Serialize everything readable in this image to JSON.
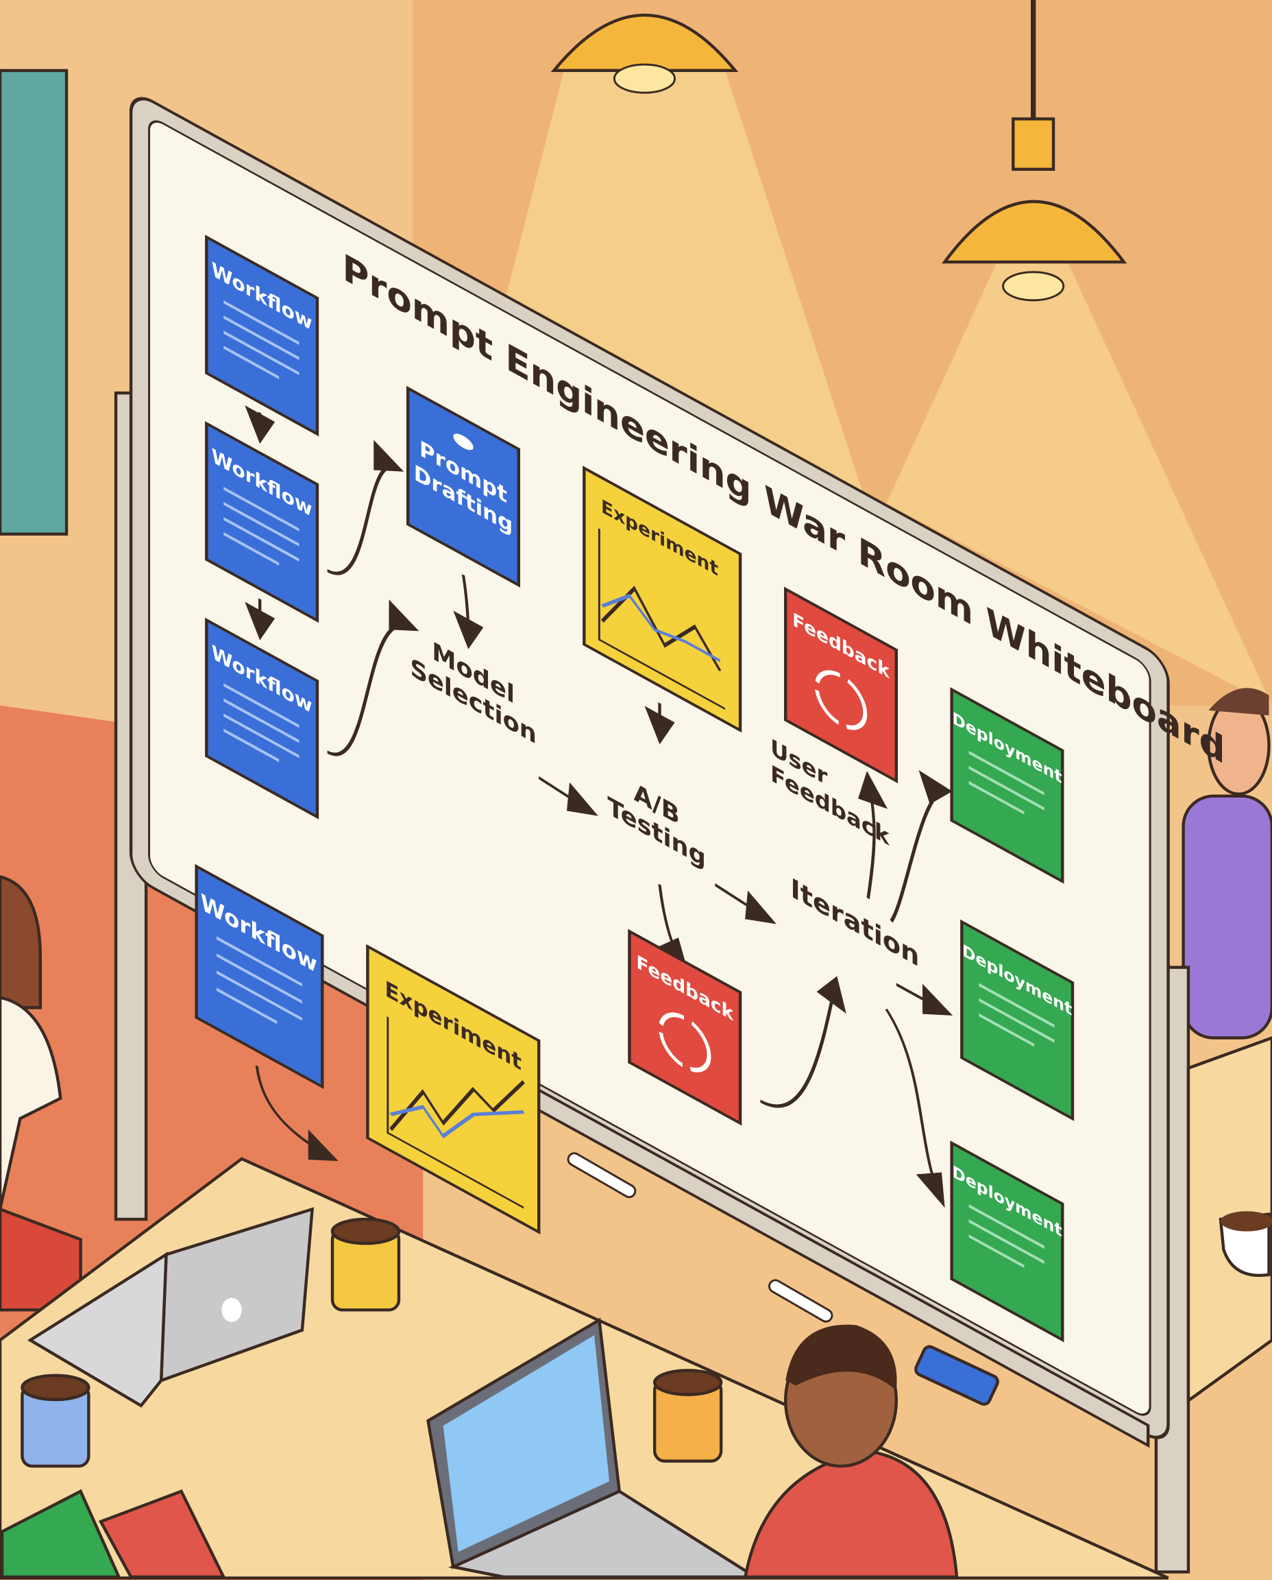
{
  "whiteboard": {
    "title": "Prompt Engineering War Room Whiteboard",
    "cards": {
      "workflow_1": "Workflow",
      "workflow_2": "Workflow",
      "workflow_3": "Workflow",
      "workflow_4": "Workflow",
      "prompt_drafting": [
        "Prompt",
        "Drafting"
      ],
      "experiment_1": "Experiment",
      "experiment_2": "Experiment",
      "feedback_1": "Feedback",
      "feedback_2": "Feedback",
      "deployment_1": "Deployment",
      "deployment_2": "Deployment",
      "deployment_3": "Deployment"
    },
    "labels": {
      "model_selection": [
        "Model",
        "Selection"
      ],
      "ab_testing": [
        "A/B",
        "Testing"
      ],
      "user_feedback": [
        "User",
        "Feedback"
      ],
      "iteration": "Iteration"
    }
  },
  "colors": {
    "workflow": "#3a6fd8",
    "experiment": "#f5d23c",
    "feedback": "#e04a3f",
    "deployment": "#35a852",
    "wall": "#f3c48a",
    "board": "#fbf6ea"
  }
}
